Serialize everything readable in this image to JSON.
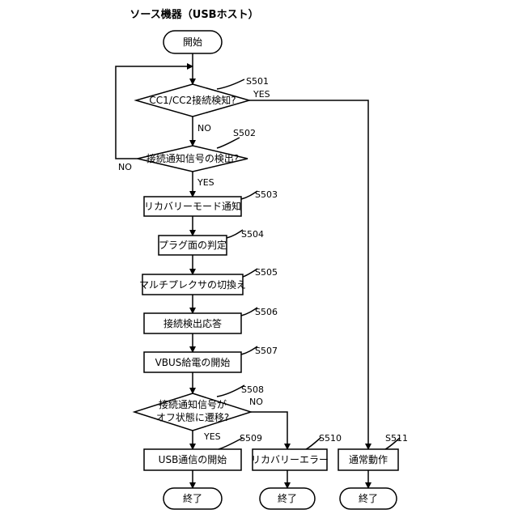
{
  "title": "ソース機器（USBホスト）",
  "nodes": {
    "start": {
      "label": "開始"
    },
    "s501": {
      "step": "S501",
      "label": "CC1/CC2接続検知?"
    },
    "s502": {
      "step": "S502",
      "label": "接続通知信号の検出?"
    },
    "s503": {
      "step": "S503",
      "label": "リカバリーモード通知"
    },
    "s504": {
      "step": "S504",
      "label": "プラグ面の判定"
    },
    "s505": {
      "step": "S505",
      "label": "マルチプレクサの切換え"
    },
    "s506": {
      "step": "S506",
      "label": "接続検出応答"
    },
    "s507": {
      "step": "S507",
      "label": "VBUS給電の開始"
    },
    "s508": {
      "step": "S508",
      "label_line1": "接続通知信号が",
      "label_line2": "オフ状態に遷移?"
    },
    "s509": {
      "step": "S509",
      "label": "USB通信の開始"
    },
    "s510": {
      "step": "S510",
      "label": "リカバリーエラー"
    },
    "s511": {
      "step": "S511",
      "label": "通常動作"
    },
    "end1": {
      "label": "終了"
    },
    "end2": {
      "label": "終了"
    },
    "end3": {
      "label": "終了"
    }
  },
  "branches": {
    "s501_yes": "YES",
    "s501_no": "NO",
    "s502_yes": "YES",
    "s502_no": "NO",
    "s508_yes": "YES",
    "s508_no": "NO"
  }
}
